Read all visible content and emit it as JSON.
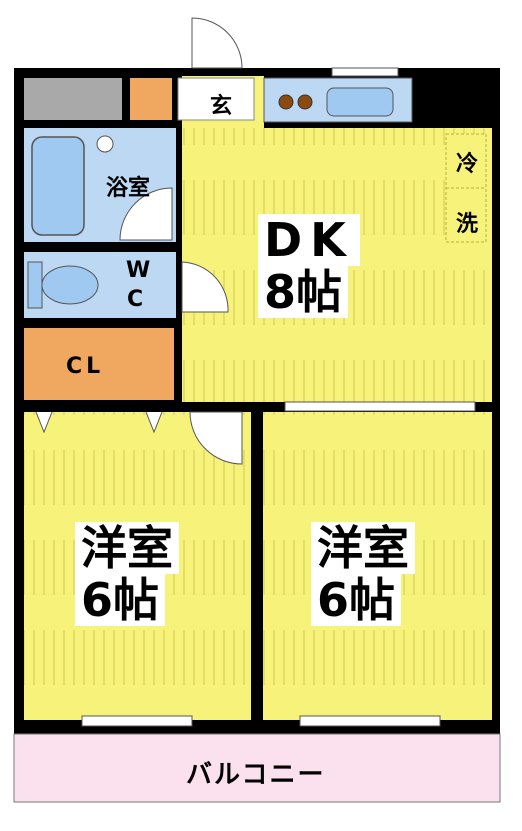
{
  "rooms": {
    "genkan": "玄",
    "bath": "浴室",
    "wc_line1": "W",
    "wc_line2": "C",
    "closet": "CL",
    "dk_name": "DK",
    "dk_size": "8帖",
    "fridge": "冷",
    "washer": "洗",
    "west_room_name": "洋室",
    "west_room_size": "6帖",
    "east_room_name": "洋室",
    "east_room_size": "6帖",
    "balcony": "バルコニー"
  },
  "colors": {
    "wall": "#000000",
    "room_yellow": "#f7f27a",
    "hatch": "#b8b040",
    "wet_area_blue": "#bcd8f2",
    "fixture_blue": "#9fc9f0",
    "closet_orange": "#f0a860",
    "storage_gray": "#a9a9a9",
    "balcony_pink": "#fbe0ee",
    "stove_brown": "#8b4a10"
  }
}
